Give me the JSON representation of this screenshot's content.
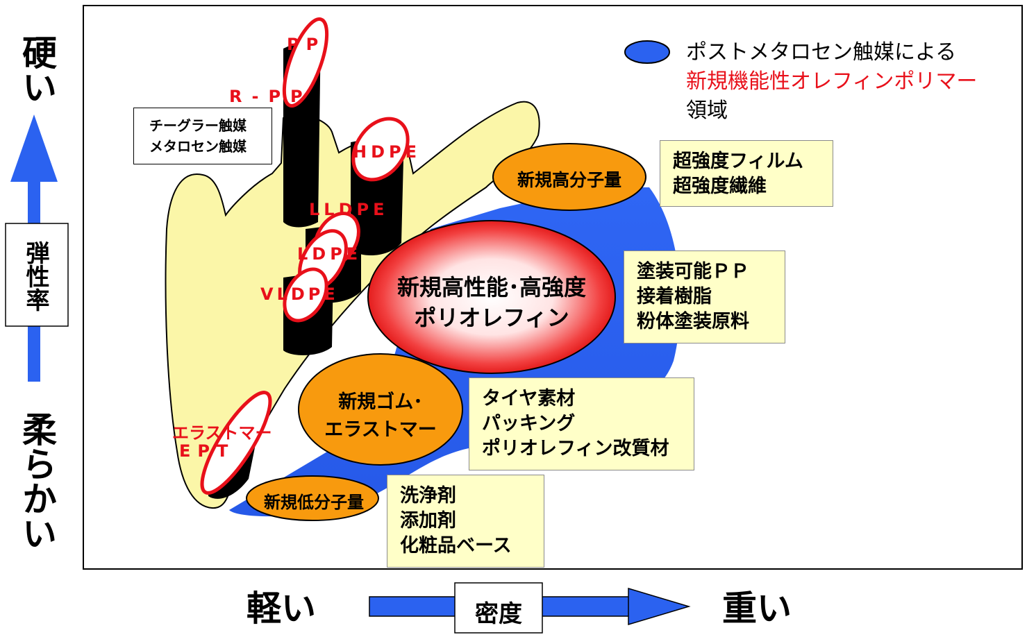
{
  "y_axis": {
    "top": "硬い",
    "bottom": "柔らかい",
    "label": "弾性率"
  },
  "x_axis": {
    "left": "軽い",
    "right": "重い",
    "label": "密度"
  },
  "legend": {
    "line1": "ポストメタロセン触媒による",
    "line2": "新規機能性オレフィンポリマー",
    "line3": "領域"
  },
  "catalyst_box": {
    "line1": "チーグラー触媒",
    "line2": "メタロセン触媒"
  },
  "polymers": {
    "pp": "PP",
    "rpp": "R-PP",
    "hdpe": "HDPE",
    "lldpe": "LLDPE",
    "ldpe": "LDPE",
    "vldpe": "VLDPE",
    "elastomer": "エラストマー",
    "ept": "EPT"
  },
  "new_regions": {
    "high_mw": "新規高分子量",
    "center_line1": "新規高性能･高強度",
    "center_line2": "ポリオレフィン",
    "rubber_line1": "新規ゴム･",
    "rubber_line2": "エラストマー",
    "low_mw": "新規低分子量"
  },
  "applications": {
    "film": [
      "超強度フィルム",
      "超強度繊維"
    ],
    "paint": [
      "塗装可能ＰＰ",
      "接着樹脂",
      "粉体塗装原料"
    ],
    "tire": [
      "タイヤ素材",
      "パッキング",
      "ポリオレフィン改質材"
    ],
    "detergent": [
      "洗浄剤",
      "添加剤",
      "化粧品ベース"
    ]
  },
  "colors": {
    "blue_region": "#2b62f0",
    "yellow_region": "#fbf6a8",
    "orange_region": "#f89a0e",
    "red_text": "#e8101a",
    "box_fill": "#ffffc8"
  }
}
